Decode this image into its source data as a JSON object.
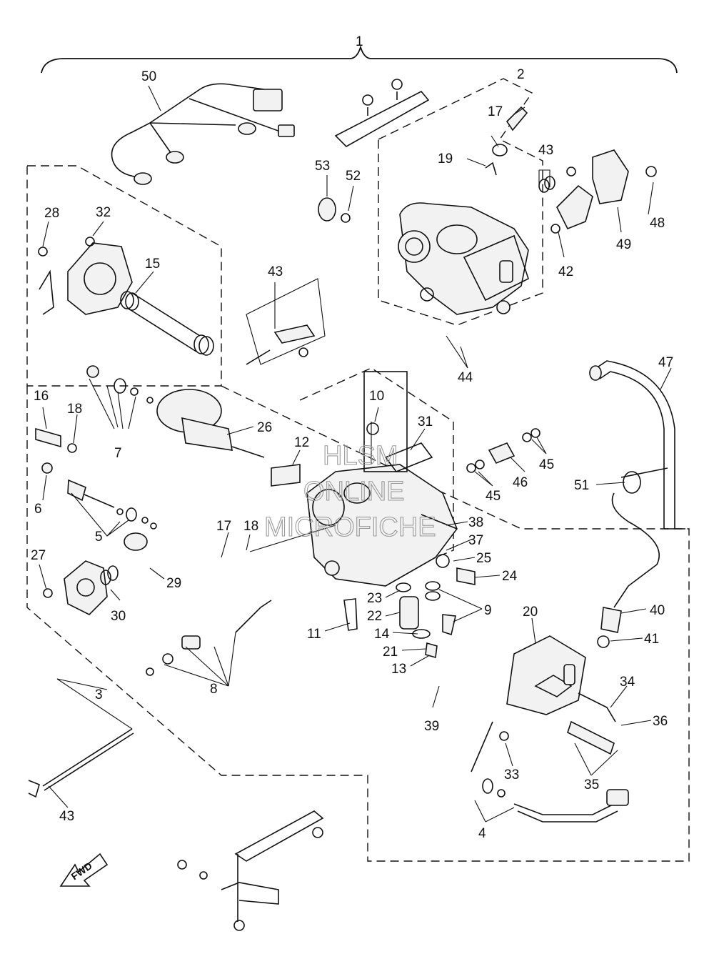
{
  "diagram": {
    "callouts": [
      "1",
      "2",
      "3",
      "4",
      "5",
      "6",
      "7",
      "8",
      "9",
      "10",
      "11",
      "12",
      "13",
      "14",
      "15",
      "16",
      "17",
      "17",
      "18",
      "18",
      "19",
      "20",
      "21",
      "22",
      "23",
      "24",
      "25",
      "26",
      "27",
      "28",
      "29",
      "30",
      "31",
      "32",
      "33",
      "34",
      "35",
      "36",
      "37",
      "38",
      "39",
      "40",
      "41",
      "42",
      "43",
      "43",
      "43",
      "44",
      "45",
      "45",
      "46",
      "47",
      "48",
      "49",
      "50",
      "51",
      "52",
      "53"
    ],
    "watermark": [
      "HLSM",
      "ONLINE",
      "MICROFICHE"
    ],
    "direction_badge": "FWD"
  }
}
